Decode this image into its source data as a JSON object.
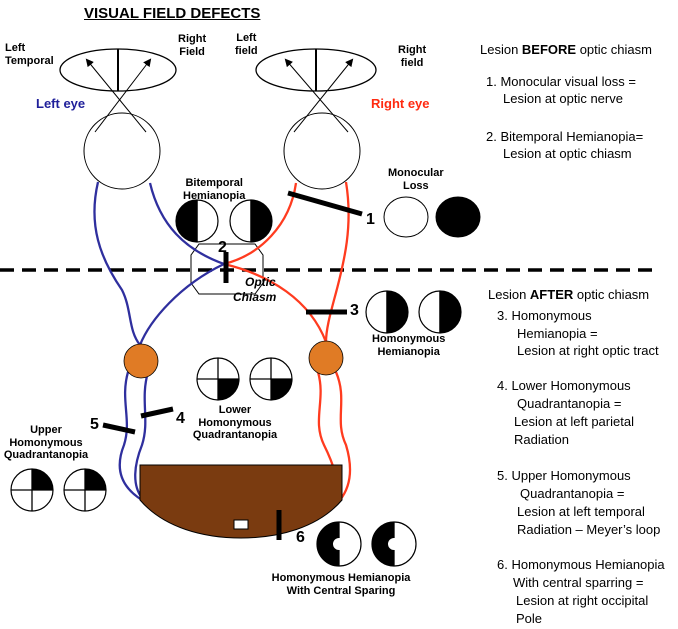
{
  "title": "VISUAL FIELD DEFECTS",
  "fields": {
    "left_eye": {
      "temporal": [
        "Left",
        "Temporal"
      ],
      "right": [
        "Right",
        "Field"
      ]
    },
    "right_eye": {
      "left": [
        "Left",
        "field"
      ],
      "right": [
        "Right",
        "field"
      ]
    }
  },
  "eyes": {
    "left": "Left eye",
    "right": "Right eye"
  },
  "chiasm": {
    "num": "2",
    "label": [
      "Optic",
      "Chiasm"
    ]
  },
  "lesions": [
    {
      "num": "1",
      "label": [
        "Monocular",
        "Loss"
      ]
    },
    {
      "num": "2",
      "label": [
        "Bitemporal",
        "Hemianopia"
      ]
    },
    {
      "num": "3",
      "label": [
        "Homonymous",
        "Hemianopia"
      ]
    },
    {
      "num": "4",
      "label": [
        "Lower",
        "Homonymous",
        "Quadrantanopia"
      ]
    },
    {
      "num": "5",
      "label": [
        "Upper",
        "Homonymous",
        "Quadrantanopia"
      ]
    },
    {
      "num": "6",
      "label": [
        "Homonymous Hemianopia",
        "With Central Sparing"
      ]
    }
  ],
  "before": {
    "heading_pre": "Lesion ",
    "heading_bold": "BEFORE",
    "heading_post": " optic chiasm",
    "items": [
      [
        "1. Monocular visual loss =",
        "Lesion at optic nerve"
      ],
      [
        "2. Bitemporal Hemianopia=",
        "Lesion at optic chiasm"
      ]
    ]
  },
  "after": {
    "heading_pre": "Lesion ",
    "heading_bold": "AFTER",
    "heading_post": " optic chiasm",
    "items": [
      [
        "3.  Homonymous",
        "Hemianopia =",
        "Lesion at right optic tract"
      ],
      [
        "4.  Lower Homonymous",
        "Quadrantanopia =",
        "Lesion at left parietal",
        "Radiation"
      ],
      [
        "5.  Upper Homonymous",
        "Quadrantanopia =",
        "Lesion at left temporal",
        "Radiation – Meyer’s loop"
      ],
      [
        "6. Homonymous Hemianopia",
        "With central sparring =",
        "Lesion at right occipital",
        "Pole"
      ]
    ]
  },
  "colors": {
    "left_path": "#2f2f9e",
    "right_path": "#ff3b1f",
    "lgn": "#e07b25",
    "cortex": "#7a3b10",
    "left_eye_label": "#1f1f9a",
    "right_eye_label": "#ff2a10"
  }
}
